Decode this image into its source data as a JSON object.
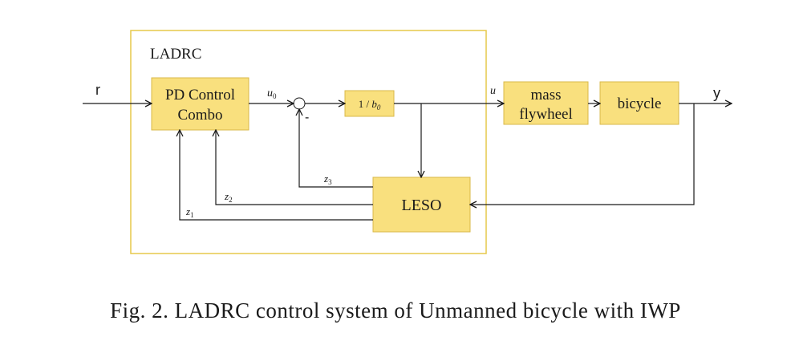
{
  "colors": {
    "block_fill": "#f9e07e",
    "block_stroke": "#d9b84a",
    "frame_stroke": "#e6c84a",
    "line": "#1a1a1a"
  },
  "frame": {
    "label": "LADRC"
  },
  "signals": {
    "input": "r",
    "output": "y",
    "u0": {
      "base": "u",
      "sub": "0"
    },
    "u": "u",
    "z1": {
      "base": "z",
      "sub": "1"
    },
    "z2": {
      "base": "z",
      "sub": "2"
    },
    "z3": {
      "base": "z",
      "sub": "3"
    },
    "minus": "-"
  },
  "blocks": {
    "pd": {
      "line1": "PD Control",
      "line2": "Combo"
    },
    "gain": {
      "prefix": "1 / ",
      "base": "b",
      "sub": "0"
    },
    "flywheel": {
      "line1": "mass",
      "line2": "flywheel"
    },
    "bicycle": {
      "label": "bicycle"
    },
    "leso": {
      "label": "LESO"
    }
  },
  "caption": "Fig. 2.  LADRC control system of Unmanned bicycle with IWP"
}
